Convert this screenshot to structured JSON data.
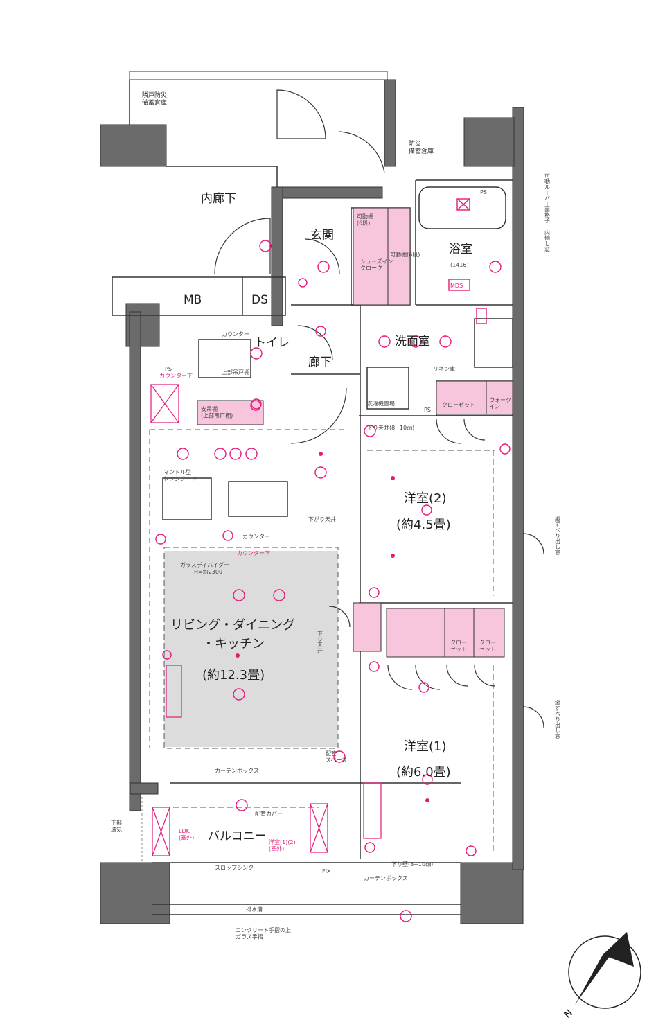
{
  "colors": {
    "wall": "#6b6b6b",
    "line": "#333333",
    "accent": "#e6197a",
    "storage_fill": "#f7c6dc",
    "ldk_fill": "#dcdcdc"
  },
  "rooms": {
    "storage_top_left": "隣戸防災\n備蓄倉庫",
    "storage_top_right": "防災\n備蓄倉庫",
    "inner_corridor": "内廊下",
    "entrance": "玄関",
    "bath": "浴室",
    "bath_size": "(1416)",
    "mb": "MB",
    "ds": "DS",
    "toilet": "トイレ",
    "hall": "廊下",
    "washroom": "洗面室",
    "western2": "洋室(2)",
    "western2_size": "(約4.5畳)",
    "ldk_line1": "リビング・ダイニング",
    "ldk_line2": "・キッチン",
    "ldk_size": "(約12.3畳)",
    "western1": "洋室(1)",
    "western1_size": "(約6.0畳)",
    "balcony": "バルコニー"
  },
  "labels": {
    "ps1": "PS",
    "ps2": "PS",
    "ps3": "PS",
    "counter": "カウンター",
    "counter_under": "カウンター下",
    "upper_cabinet": "上部吊戸棚",
    "hanging_cabinet": "安吊棚\n(上部吊戸棚)",
    "mantle_range": "マントル型\nレンジフード",
    "counter2": "カウンター",
    "counter_under2": "カウンター下",
    "glass_divider": "ガラスディバイダー",
    "glass_divider_h": "H=約2300",
    "lowered_ceiling": "下がり天井",
    "lowered_ceiling_h": "下り天井(8~10㎝)",
    "closet": "クローゼット",
    "closet_a": "クロー\nゼット",
    "closet_b": "クロー\nゼット",
    "walk_closet": "ウォーク\nイン",
    "shoes_closet": "シューズイン\nクローク",
    "movable_shelf1": "可動棚\n(6段)",
    "movable_shelf2": "可動棚(6段)",
    "linen": "リネン庫",
    "washer": "洗濯機置場",
    "mds": "MDS",
    "piping_space": "配管\nスペース",
    "curtain_box": "カーテンボックス",
    "piping_cover": "配管カバー",
    "ldk_unit": "LDK\n(室外)",
    "outdoor_unit": "洋室(1)(2)\n(室外)",
    "slop_sink": "スロップシンク",
    "fix": "FIX",
    "drain": "排水溝",
    "railing": "コンクリート手摺の上\nガラス手摺",
    "downfall": "下部\n通気",
    "side_window1": "縦すべり出し窓",
    "side_window2": "縦すべり出し窓",
    "louver": "可動ルーバー面格子\n内倒し窓",
    "hall_ceiling": "下り天井",
    "curtain_box2": "カーテンボックス",
    "lowered_bottom": "下り壁(8~10㎝)"
  },
  "compass": {
    "north": "N"
  }
}
